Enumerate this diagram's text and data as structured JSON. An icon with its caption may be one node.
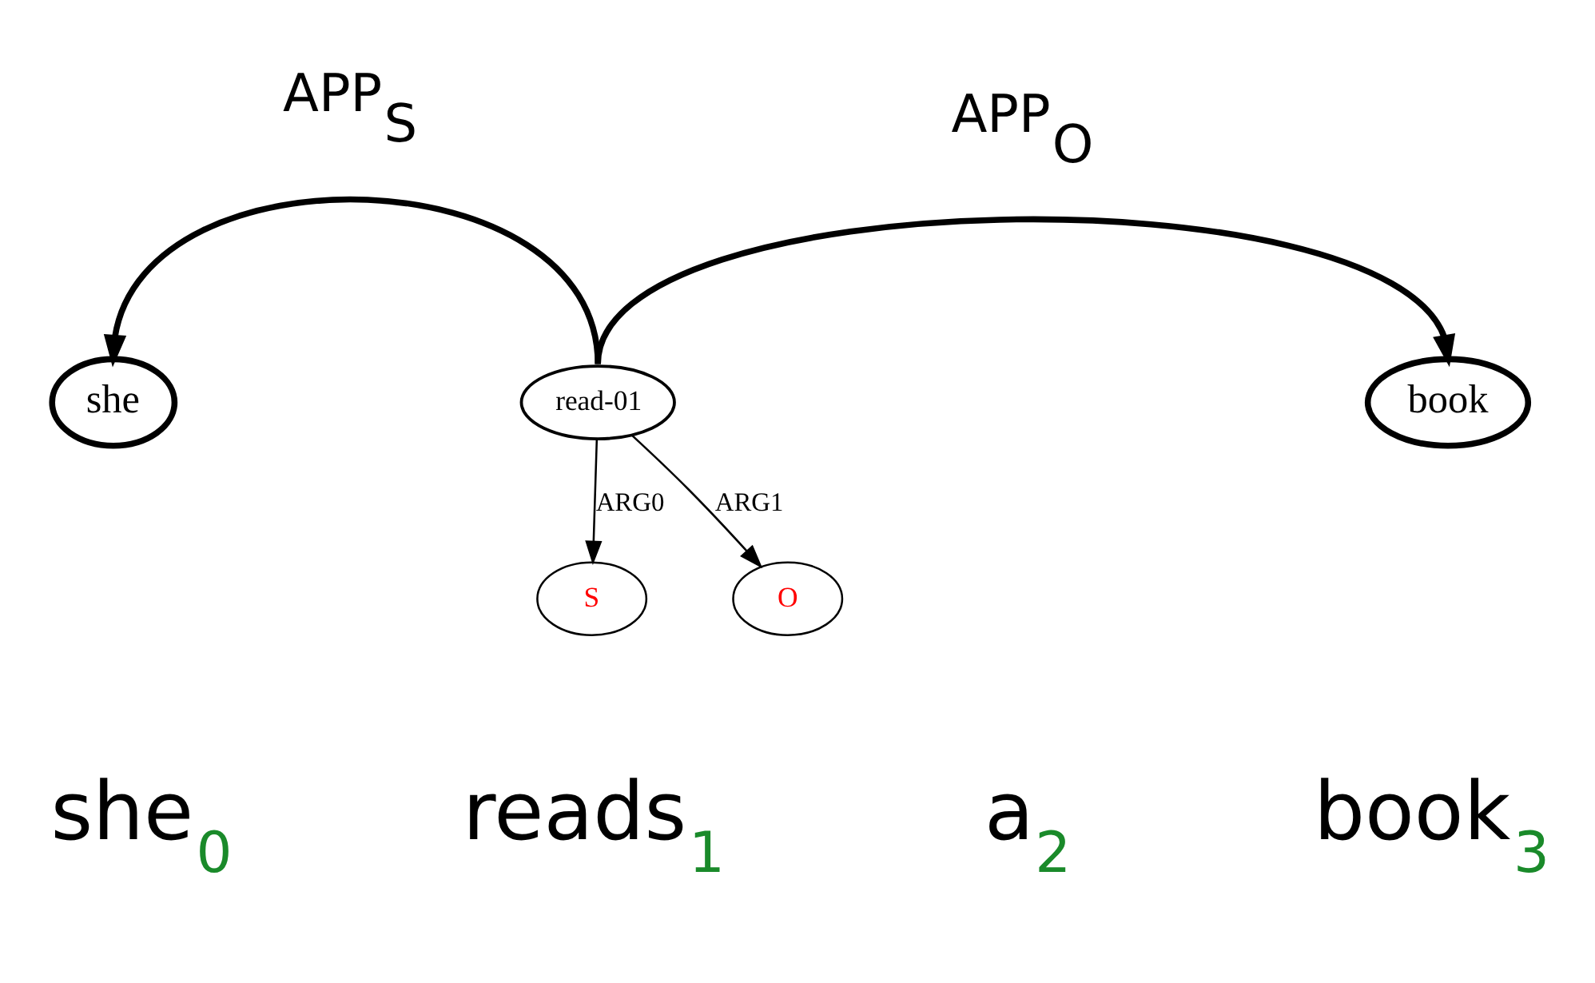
{
  "diagram": {
    "nodes": [
      {
        "text": [
          "she"
        ]
      },
      {
        "text": [
          "read-01"
        ]
      },
      {
        "text": [
          "S"
        ]
      },
      {
        "text": [
          "O"
        ]
      },
      {
        "text": [
          "book"
        ]
      }
    ],
    "edges": [
      {
        "from": 1,
        "to": 0,
        "arrow": "to",
        "label": "APP$_{S}$",
        "style": "thick"
      },
      {
        "from": 1,
        "to": 4,
        "arrow": "to",
        "label": "APP$_{O}$",
        "style": "thick"
      },
      {
        "from": 1,
        "to": 2,
        "arrow": "to",
        "label": "ARG0"
      },
      {
        "from": 1,
        "to": 3,
        "arrow": "to",
        "label": "ARG1"
      }
    ],
    "labels": [
      "she$_{0}$",
      "reads$_{1}$",
      "a$_{2}$",
      "book$_{3}$"
    ]
  }
}
